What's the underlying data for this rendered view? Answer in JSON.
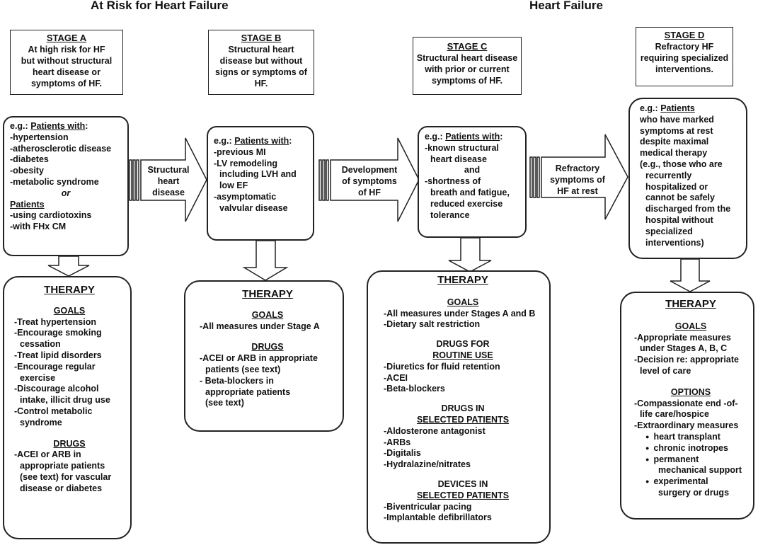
{
  "headers": {
    "left": "At Risk for Heart Failure",
    "right": "Heart Failure"
  },
  "stages": [
    {
      "title": "STAGE A",
      "desc": [
        "At high risk for HF",
        "but without structural",
        "heart disease or",
        "symptoms of HF."
      ]
    },
    {
      "title": "STAGE B",
      "desc": [
        "Structural heart",
        "disease but without",
        "signs or  symptoms of",
        "HF."
      ]
    },
    {
      "title": "STAGE C",
      "desc": [
        "Structural heart disease",
        "with prior or current",
        "symptoms of HF."
      ]
    },
    {
      "title": "STAGE D",
      "desc": [
        "Refractory HF",
        "requiring specialized",
        "interventions."
      ]
    }
  ],
  "transitions": [
    {
      "label": [
        "Structural",
        "heart",
        "disease"
      ]
    },
    {
      "label": [
        "Development",
        "of symptoms",
        "of HF"
      ]
    },
    {
      "label": [
        "Refractory",
        "symptoms of",
        "HF at rest"
      ]
    }
  ],
  "patients": {
    "a": {
      "eg": "e.g.:",
      "with": "Patients with",
      "colon": ":",
      "lines": [
        "-hypertension",
        "-atherosclerotic disease",
        "-diabetes",
        "-obesity",
        "-metabolic syndrome"
      ],
      "or": "or",
      "patients2": "Patients",
      "lines2": [
        "-using cardiotoxins",
        "-with FHx CM"
      ]
    },
    "b": {
      "eg": "e.g.:",
      "with": "Patients with",
      "colon": ":",
      "lines": [
        "-previous MI",
        "-LV remodeling",
        "including LVH and",
        "low EF",
        "-asymptomatic",
        "valvular disease"
      ]
    },
    "c": {
      "eg": "e.g.:",
      "with": "Patients with",
      "colon": ":",
      "lines": [
        "-known structural",
        "heart disease"
      ],
      "and": "and",
      "lines2": [
        "-shortness of",
        "breath and fatigue,",
        "reduced exercise",
        "tolerance"
      ]
    },
    "d": {
      "eg": "e.g.:",
      "with": "Patients",
      "lines": [
        "who have marked",
        "symptoms at rest",
        "despite maximal",
        "medical therapy",
        "(e.g., those who are",
        "recurrently",
        "hospitalized or",
        "cannot be safely",
        "discharged from the",
        "hospital without",
        "specialized",
        "interventions)"
      ]
    }
  },
  "therapy": {
    "a": {
      "title": "THERAPY",
      "goals_title": "GOALS",
      "goals": [
        "-Treat hypertension",
        "-Encourage smoking",
        "cessation",
        "-Treat lipid disorders",
        "-Encourage regular",
        "exercise",
        "-Discourage alcohol",
        "intake, illicit drug use",
        "-Control metabolic",
        "syndrome"
      ],
      "drugs_title": "DRUGS",
      "drugs": [
        "-ACEI or ARB in",
        "appropriate patients",
        "(see text)  for vascular",
        "disease or diabetes"
      ]
    },
    "b": {
      "title": "THERAPY",
      "goals_title": "GOALS",
      "goals": [
        "-All measures under Stage A"
      ],
      "drugs_title": "DRUGS",
      "drugs": [
        "-ACEI or ARB in appropriate",
        "patients (see text)",
        "- Beta-blockers in",
        "appropriate patients",
        "(see text)"
      ]
    },
    "c": {
      "title": "THERAPY",
      "goals_title": "GOALS",
      "goals": [
        "-All measures under Stages A and B",
        "-Dietary salt restriction"
      ],
      "routine_title": [
        "DRUGS FOR",
        "ROUTINE USE"
      ],
      "routine": [
        "-Diuretics for fluid retention",
        "-ACEI",
        "-Beta-blockers"
      ],
      "selected_title": [
        "DRUGS IN",
        "SELECTED PATIENTS"
      ],
      "selected": [
        "-Aldosterone antagonist",
        "-ARBs",
        "-Digitalis",
        "-Hydralazine/nitrates"
      ],
      "devices_title": [
        "DEVICES IN",
        "SELECTED PATIENTS"
      ],
      "devices": [
        "-Biventricular pacing",
        "-Implantable defibrillators"
      ]
    },
    "d": {
      "title": "THERAPY",
      "goals_title": "GOALS",
      "goals": [
        "-Appropriate measures",
        "under Stages A, B, C",
        "-Decision re: appropriate",
        "level of care"
      ],
      "options_title": "OPTIONS",
      "options": [
        "-Compassionate end -of-",
        "life care/hospice",
        "-Extraordinary measures"
      ],
      "bullets": [
        "heart transplant",
        "chronic inotropes",
        "permanent",
        "mechanical support",
        "experimental",
        "surgery or drugs"
      ]
    }
  }
}
